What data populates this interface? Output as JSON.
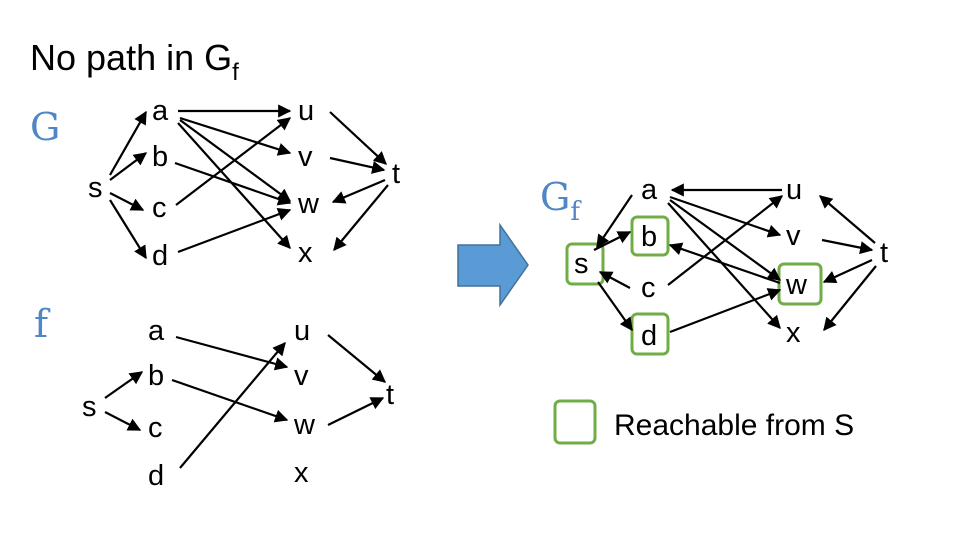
{
  "title": {
    "text": "No path in G",
    "sub": "f"
  },
  "graph_g": {
    "label": "G",
    "nodes": {
      "s": "s",
      "a": "a",
      "b": "b",
      "c": "c",
      "d": "d",
      "u": "u",
      "v": "v",
      "w": "w",
      "x": "x",
      "t": "t"
    }
  },
  "graph_f": {
    "label": "f",
    "nodes": {
      "s": "s",
      "a": "a",
      "b": "b",
      "c": "c",
      "d": "d",
      "u": "u",
      "v": "v",
      "w": "w",
      "x": "x",
      "t": "t"
    }
  },
  "graph_gf": {
    "label": "G",
    "label_sub": "f",
    "nodes": {
      "s": "s",
      "a": "a",
      "b": "b",
      "c": "c",
      "d": "d",
      "u": "u",
      "v": "v",
      "w": "w",
      "x": "x",
      "t": "t"
    }
  },
  "legend": {
    "text": "Reachable from S"
  },
  "colors": {
    "label_blue": "#4f86c6",
    "highlight_green": "#70ad47",
    "arrow_blue": "#5b9bd5"
  }
}
